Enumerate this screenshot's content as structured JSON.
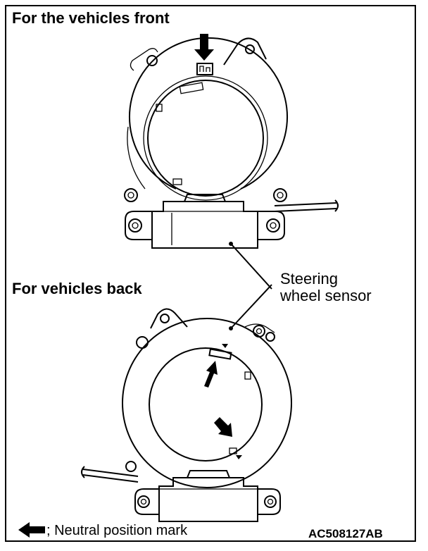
{
  "front_view": {
    "title": "For the vehicles front"
  },
  "back_view": {
    "title": "For vehicles back"
  },
  "callout": {
    "line1": "Steering",
    "line2": "wheel sensor"
  },
  "legend": {
    "text": "; Neutral position mark",
    "icon": "arrow-left-icon"
  },
  "figure_id": "AC508127AB"
}
